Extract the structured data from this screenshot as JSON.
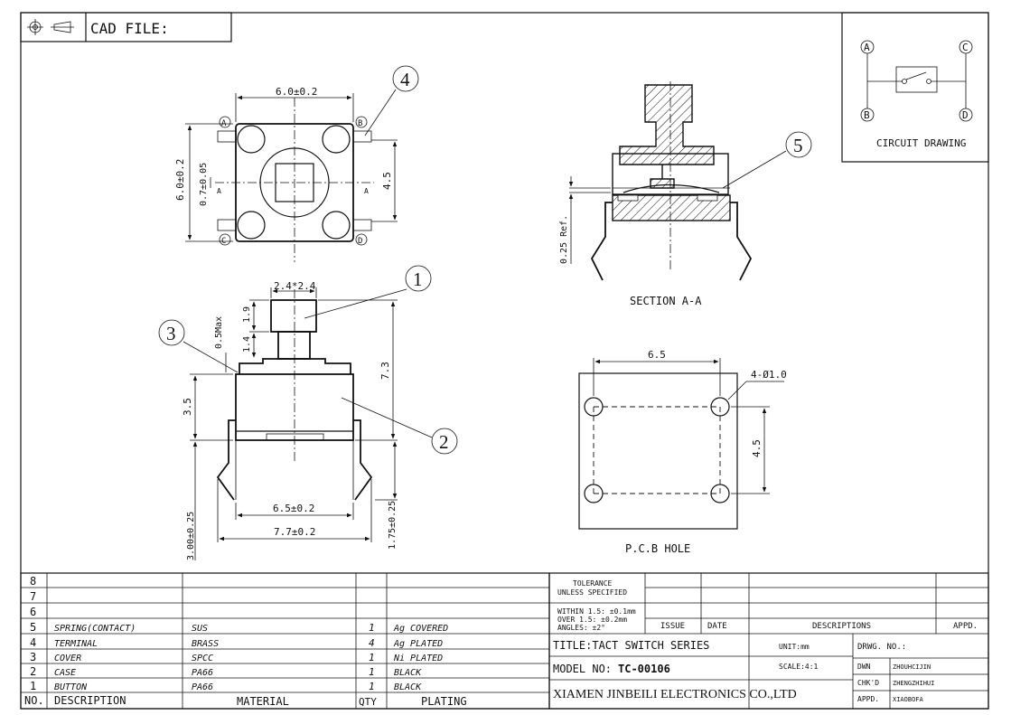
{
  "header": {
    "cad_file_label": "CAD FILE:"
  },
  "dimensions": {
    "top_width": "6.0±0.2",
    "top_height": "6.0±0.2",
    "slot": "0.7±0.05",
    "pitch_vertical": "4.5",
    "actuator_size": "2.4*2.4",
    "actuator_height": "1.9",
    "stem_height": "1.4",
    "cover_max": "0.5Max",
    "total_height": "7.3",
    "body_height": "3.5",
    "lead_pitch": "6.5±0.2",
    "lead_span": "7.7±0.2",
    "lead_length": "3.00±0.25",
    "lead_tip": "1.75±0.25",
    "gap_ref": "0.25 Ref.",
    "pcb_pitch_h": "6.5",
    "pcb_pitch_v": "4.5",
    "pcb_hole": "4-Ø1.0",
    "section_mark": "A"
  },
  "callouts": [
    "1",
    "2",
    "3",
    "4",
    "5"
  ],
  "corner_labels": [
    "A",
    "B",
    "C",
    "D"
  ],
  "view_labels": {
    "section": "SECTION A-A",
    "pcb": "P.C.B HOLE",
    "circuit": "CIRCUIT DRAWING"
  },
  "bom": {
    "headers": {
      "no": "NO.",
      "description": "DESCRIPTION",
      "material": "MATERIAL",
      "qty": "QTY",
      "plating": "PLATING"
    },
    "rows": [
      {
        "no": "8",
        "description": "",
        "material": "",
        "qty": "",
        "plating": ""
      },
      {
        "no": "7",
        "description": "",
        "material": "",
        "qty": "",
        "plating": ""
      },
      {
        "no": "6",
        "description": "",
        "material": "",
        "qty": "",
        "plating": ""
      },
      {
        "no": "5",
        "description": "SPRING(CONTACT)",
        "material": "SUS",
        "qty": "1",
        "plating": "Ag COVERED"
      },
      {
        "no": "4",
        "description": "TERMINAL",
        "material": "BRASS",
        "qty": "4",
        "plating": "Ag PLATED"
      },
      {
        "no": "3",
        "description": "COVER",
        "material": "SPCC",
        "qty": "1",
        "plating": "Ni PLATED"
      },
      {
        "no": "2",
        "description": "CASE",
        "material": "PA66",
        "qty": "1",
        "plating": "BLACK"
      },
      {
        "no": "1",
        "description": "BUTTON",
        "material": "PA66",
        "qty": "1",
        "plating": "BLACK"
      }
    ]
  },
  "title_block": {
    "tolerance_title_1": "TOLERANCE",
    "tolerance_title_2": "UNLESS SPECIFIED",
    "tolerance_1": "WITHIN 1.5: ±0.1mm",
    "tolerance_2": "OVER 1.5:  ±0.2mm",
    "tolerance_3": "ANGLES: ±2°",
    "issue": "ISSUE",
    "date": "DATE",
    "descriptions": "DESCRIPTIONS",
    "appd": "APPD.",
    "title": "TITLE:TACT SWITCH SERIES",
    "unit": "UNIT:mm",
    "drwg_no": "DRWG. NO.:",
    "model_label": "MODEL NO:",
    "model_value": "TC-00106",
    "scale": "SCALE:4:1",
    "dwn_label": "DWN",
    "dwn_value": "ZHOUHCIJIN",
    "chkd_label": "CHK'D",
    "chkd_value": "ZHENGZHIHUI",
    "appd_label": "APPD.",
    "appd_value": "XIAOBOFA",
    "company": "XIAMEN JINBEILI ELECTRONICS CO.,LTD"
  }
}
